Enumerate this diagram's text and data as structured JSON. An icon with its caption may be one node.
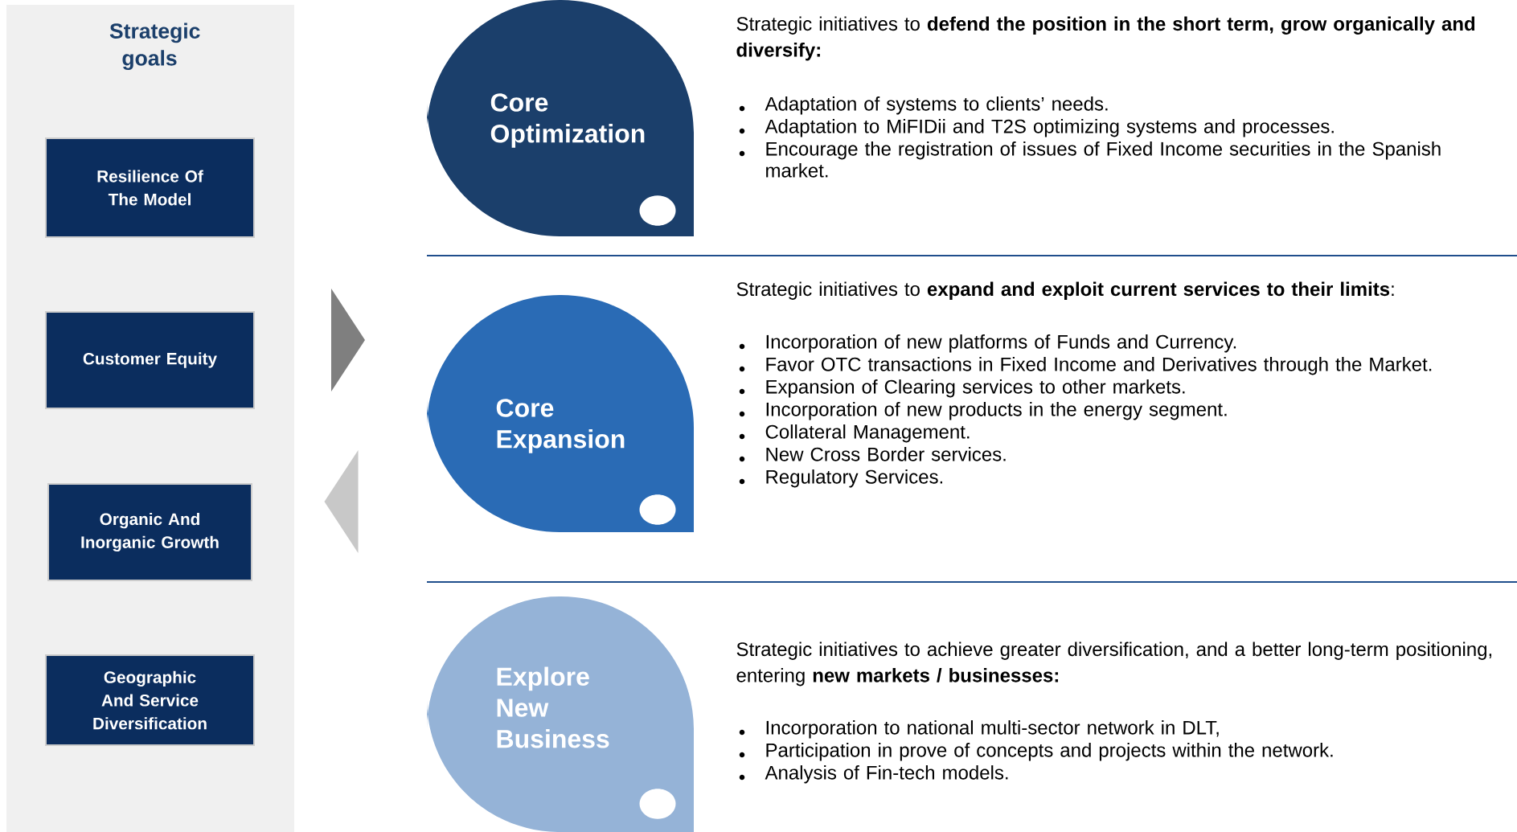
{
  "diagram": {
    "nodes": [
      {
        "text": [
          "Strategic goals"
        ]
      },
      {
        "text": [
          "Resilience Of The Model"
        ],
        "in": 0
      },
      {
        "text": [
          "Customer Equity"
        ],
        "in": 0
      },
      {
        "text": [
          "Organic And Inorganic Growth"
        ],
        "in": 0
      },
      {
        "text": [
          "Geographic And Service Diversification"
        ],
        "in": 0
      },
      {
        "text": [
          "Core Optimization"
        ],
        "beside": [
          "Strategic initiatives to **defend the position in the short term, grow organically and diversify:**",
          "Adaptation of systems to clients’ needs.",
          "Adaptation to MiFIDii and T2S optimizing systems and processes.",
          "Encourage the registration of issues of Fixed Income securities in the Spanish market."
        ]
      },
      {
        "text": [
          "Core Expansion"
        ],
        "beside": [
          "Strategic initiatives to **expand and exploit current services to their limits**:",
          "Incorporation of new platforms of Funds and Currency.",
          "Favor OTC transactions in Fixed Income and Derivatives through the Market.",
          "Expansion of Clearing services to other markets.",
          "Incorporation of new products in the energy segment.",
          "Collateral Management.",
          "New Cross Border services.",
          "Regulatory Services."
        ]
      },
      {
        "text": [
          "Explore New Business"
        ],
        "beside": [
          "Strategic initiatives to achieve greater diversification, and a better long-term positioning, entering **new markets / businesses:**",
          "Incorporation to national multi-sector network in DLT,",
          "Participation in prove of concepts and projects within the network.",
          "Analysis of Fin-tech models."
        ]
      }
    ],
    "edges": [
      {
        "from": 0,
        "to": 6,
        "arrow": "to",
        "color": "#7f7f7f"
      },
      {
        "from": 6,
        "to": 0,
        "arrow": "to",
        "color": "#c8c8c8"
      }
    ]
  }
}
